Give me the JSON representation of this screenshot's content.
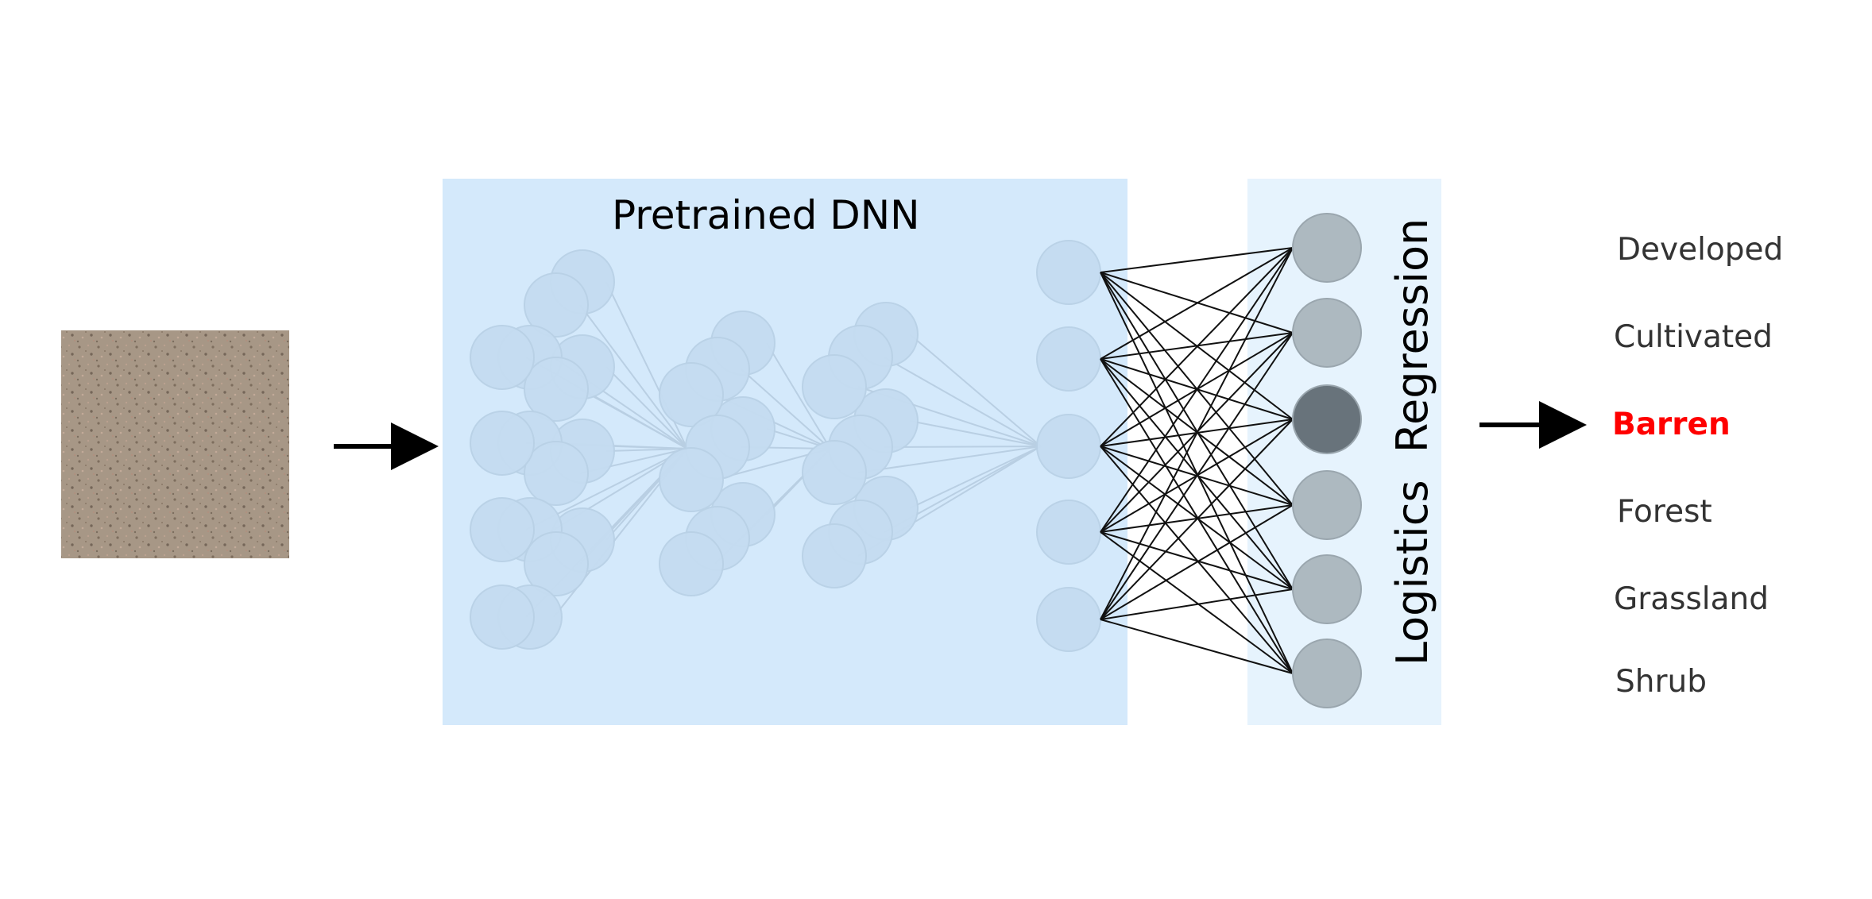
{
  "dnn": {
    "title": "Pretrained DNN"
  },
  "logistic_regression": {
    "title": "Logistics  Regression"
  },
  "input_image": {
    "description_icon": "soil-texture-image"
  },
  "output": {
    "classes": [
      "Developed",
      "Cultivated",
      "Barren",
      "Forest",
      "Grassland",
      "Shrub"
    ],
    "selected_index": 2
  },
  "colors": {
    "dnn_panel": "#d4e9fb",
    "lr_panel": "#e6f3fd",
    "faded_node": "#c5dcf1",
    "output_node": "#adb9c0",
    "active_node": "#68737b",
    "selected_label": "#ff0000",
    "label_text": "#333333"
  }
}
